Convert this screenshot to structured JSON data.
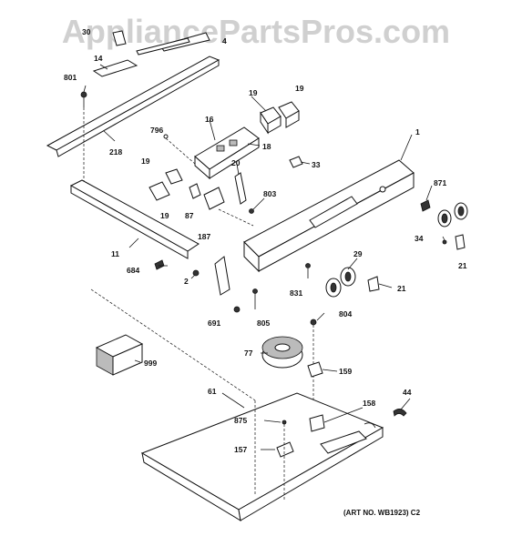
{
  "watermark": "AppliancePartsPros.com",
  "art_number": "(ART NO. WB1923) C2",
  "callouts": {
    "c30": "30",
    "c14": "14",
    "c4": "4",
    "c801": "801",
    "c218": "218",
    "c19a": "19",
    "c19b": "19",
    "c16": "16",
    "c796": "796",
    "c18": "18",
    "c1": "1",
    "c33": "33",
    "c20": "20",
    "c19c": "19",
    "c19d": "19",
    "c87": "87",
    "c187": "187",
    "c803": "803",
    "c871": "871",
    "c11": "11",
    "c34": "34",
    "c21a": "21",
    "c29": "29",
    "c684": "684",
    "c2": "2",
    "c831": "831",
    "c21b": "21",
    "c691": "691",
    "c805": "805",
    "c804": "804",
    "c77": "77",
    "c999": "999",
    "c159": "159",
    "c61": "61",
    "c44": "44",
    "c158": "158",
    "c875": "875",
    "c157": "157"
  }
}
